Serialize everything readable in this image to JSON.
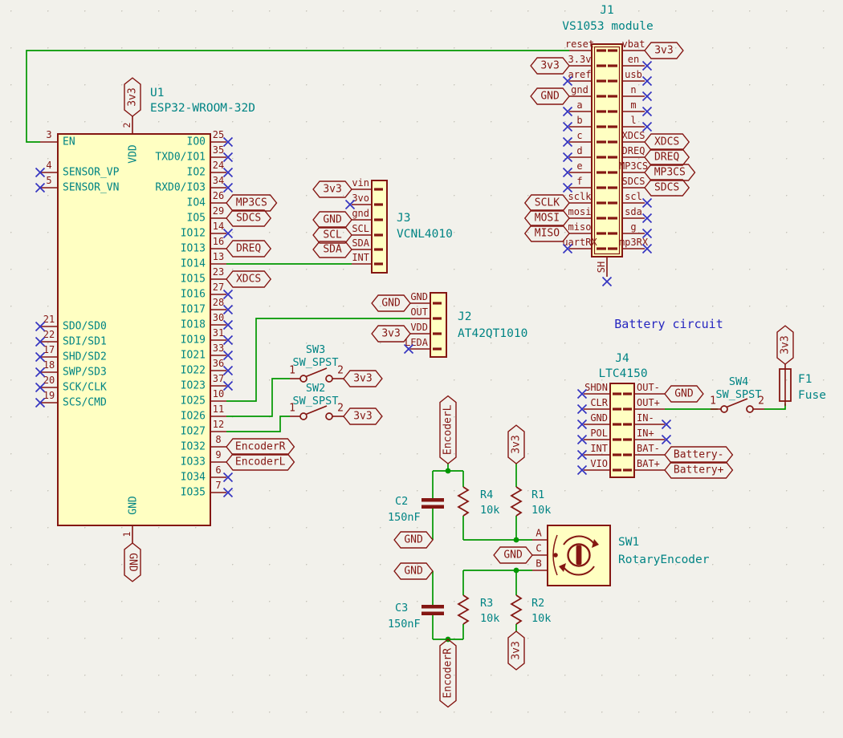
{
  "colors": {
    "wire": "#009600",
    "outline": "#841612",
    "body_fill": "#FFFFC2",
    "text_teal": "#008484",
    "no_connect": "#3434C0",
    "note_blue": "#2626C0",
    "background": "#F2F1EB"
  },
  "notes": {
    "battery_section": "Battery circuit"
  },
  "nets": {
    "v33": "3v3",
    "gnd": "GND",
    "encoder_l": "EncoderL",
    "encoder_r": "EncoderR"
  },
  "u1": {
    "ref": "U1",
    "value": "ESP32-WROOM-32D",
    "vdd": {
      "num": "2",
      "name": "VDD",
      "power": "3v3"
    },
    "gnd": {
      "num": "1",
      "name": "GND",
      "power": "GND"
    },
    "left_pins": [
      {
        "num": "3",
        "name": "EN",
        "conn": "wire"
      },
      {
        "num": "4",
        "name": "SENSOR_VP",
        "conn": "nc"
      },
      {
        "num": "5",
        "name": "SENSOR_VN",
        "conn": "nc"
      },
      {
        "num": "21",
        "name": "SDO/SD0",
        "conn": "nc"
      },
      {
        "num": "22",
        "name": "SDI/SD1",
        "conn": "nc"
      },
      {
        "num": "17",
        "name": "SHD/SD2",
        "conn": "nc"
      },
      {
        "num": "18",
        "name": "SWP/SD3",
        "conn": "nc"
      },
      {
        "num": "20",
        "name": "SCK/CLK",
        "conn": "nc"
      },
      {
        "num": "19",
        "name": "SCS/CMD",
        "conn": "nc"
      }
    ],
    "right_pins": [
      {
        "num": "25",
        "name": "IO0",
        "conn": "nc"
      },
      {
        "num": "35",
        "name": "TXD0/IO1",
        "conn": "nc"
      },
      {
        "num": "24",
        "name": "IO2",
        "conn": "nc"
      },
      {
        "num": "34",
        "name": "RXD0/IO3",
        "conn": "nc"
      },
      {
        "num": "26",
        "name": "IO4",
        "conn": "label",
        "label": "MP3CS"
      },
      {
        "num": "29",
        "name": "IO5",
        "conn": "label",
        "label": "SDCS"
      },
      {
        "num": "14",
        "name": "IO12",
        "conn": "nc"
      },
      {
        "num": "16",
        "name": "IO13",
        "conn": "label",
        "label": "DREQ"
      },
      {
        "num": "13",
        "name": "IO14",
        "conn": "wire"
      },
      {
        "num": "23",
        "name": "IO15",
        "conn": "label",
        "label": "XDCS"
      },
      {
        "num": "27",
        "name": "IO16",
        "conn": "nc"
      },
      {
        "num": "28",
        "name": "IO17",
        "conn": "nc"
      },
      {
        "num": "30",
        "name": "IO18",
        "conn": "nc"
      },
      {
        "num": "31",
        "name": "IO19",
        "conn": "nc"
      },
      {
        "num": "33",
        "name": "IO21",
        "conn": "nc"
      },
      {
        "num": "36",
        "name": "IO22",
        "conn": "nc"
      },
      {
        "num": "37",
        "name": "IO23",
        "conn": "nc"
      },
      {
        "num": "10",
        "name": "IO25",
        "conn": "wire"
      },
      {
        "num": "11",
        "name": "IO26",
        "conn": "wire"
      },
      {
        "num": "12",
        "name": "IO27",
        "conn": "wire"
      },
      {
        "num": "8",
        "name": "IO32",
        "conn": "label",
        "label": "EncoderR"
      },
      {
        "num": "9",
        "name": "IO33",
        "conn": "label",
        "label": "EncoderL"
      },
      {
        "num": "6",
        "name": "IO34",
        "conn": "nc"
      },
      {
        "num": "7",
        "name": "IO35",
        "conn": "nc"
      }
    ]
  },
  "j1": {
    "ref": "J1",
    "value": "VS1053 module",
    "sh": {
      "name": "SH"
    },
    "left_pins": [
      {
        "name": "reset",
        "conn": "wire"
      },
      {
        "name": "3.3v",
        "conn": "label",
        "label": "3v3"
      },
      {
        "name": "aref",
        "conn": "nc"
      },
      {
        "name": "gnd",
        "conn": "label",
        "label": "GND"
      },
      {
        "name": "a",
        "conn": "nc"
      },
      {
        "name": "b",
        "conn": "nc"
      },
      {
        "name": "c",
        "conn": "nc"
      },
      {
        "name": "d",
        "conn": "nc"
      },
      {
        "name": "e",
        "conn": "nc"
      },
      {
        "name": "f",
        "conn": "nc"
      },
      {
        "name": "sclk",
        "conn": "label",
        "label": "SCLK"
      },
      {
        "name": "mosi",
        "conn": "label",
        "label": "MOSI"
      },
      {
        "name": "miso",
        "conn": "label",
        "label": "MISO"
      },
      {
        "name": "uartRX",
        "conn": "nc"
      }
    ],
    "right_pins": [
      {
        "name": "vbat",
        "conn": "label",
        "label": "3v3"
      },
      {
        "name": "en",
        "conn": "nc"
      },
      {
        "name": "usb",
        "conn": "nc"
      },
      {
        "name": "n",
        "conn": "nc"
      },
      {
        "name": "m",
        "conn": "nc"
      },
      {
        "name": "l",
        "conn": "nc"
      },
      {
        "name": "XDCS",
        "conn": "label",
        "label": "XDCS"
      },
      {
        "name": "DREQ",
        "conn": "label",
        "label": "DREQ"
      },
      {
        "name": "MP3CS",
        "conn": "label",
        "label": "MP3CS"
      },
      {
        "name": "SDCS",
        "conn": "label",
        "label": "SDCS"
      },
      {
        "name": "scl",
        "conn": "nc"
      },
      {
        "name": "sda",
        "conn": "nc"
      },
      {
        "name": "g",
        "conn": "nc"
      },
      {
        "name": "mp3RX",
        "conn": "nc"
      }
    ]
  },
  "j3": {
    "ref": "J3",
    "value": "VCNL4010",
    "pins": [
      {
        "name": "vin",
        "conn": "label",
        "label": "3v3"
      },
      {
        "name": "3vo",
        "conn": "nc"
      },
      {
        "name": "gnd",
        "conn": "label",
        "label": "GND"
      },
      {
        "name": "SCL",
        "conn": "label",
        "label": "SCL"
      },
      {
        "name": "SDA",
        "conn": "label",
        "label": "SDA"
      },
      {
        "name": "INT",
        "conn": "wire"
      }
    ]
  },
  "j2": {
    "ref": "J2",
    "value": "AT42QT1010",
    "pins": [
      {
        "name": "GND",
        "conn": "label",
        "label": "GND"
      },
      {
        "name": "OUT",
        "conn": "wire"
      },
      {
        "name": "VDD",
        "conn": "label",
        "label": "3v3"
      },
      {
        "name": "LEDA",
        "conn": "nc"
      }
    ]
  },
  "j4": {
    "ref": "J4",
    "value": "LTC4150",
    "left_pins": [
      {
        "name": "SHDN",
        "conn": "nc"
      },
      {
        "name": "CLR",
        "conn": "nc"
      },
      {
        "name": "GND",
        "conn": "nc"
      },
      {
        "name": "POL",
        "conn": "nc"
      },
      {
        "name": "INT",
        "conn": "nc"
      },
      {
        "name": "VIO",
        "conn": "nc"
      }
    ],
    "right_pins": [
      {
        "name": "OUT-",
        "conn": "label",
        "label": "GND"
      },
      {
        "name": "OUT+",
        "conn": "wire"
      },
      {
        "name": "IN-",
        "conn": "nc"
      },
      {
        "name": "IN+",
        "conn": "nc"
      },
      {
        "name": "BAT-",
        "conn": "label",
        "label": "Battery-"
      },
      {
        "name": "BAT+",
        "conn": "label",
        "label": "Battery+"
      }
    ]
  },
  "sw1": {
    "ref": "SW1",
    "value": "RotaryEncoder",
    "pin_a": "A",
    "pin_c": "C",
    "pin_b": "B",
    "c_net": "GND"
  },
  "sw2": {
    "ref": "SW2",
    "value": "SW_SPST",
    "pin1": "1",
    "pin2": "2",
    "net": "3v3"
  },
  "sw3": {
    "ref": "SW3",
    "value": "SW_SPST",
    "pin1": "1",
    "pin2": "2",
    "net": "3v3"
  },
  "sw4": {
    "ref": "SW4",
    "value": "SW_SPST",
    "pin1": "1",
    "pin2": "2"
  },
  "r1": {
    "ref": "R1",
    "value": "10k",
    "power": "3v3"
  },
  "r2": {
    "ref": "R2",
    "value": "10k",
    "power": "3v3"
  },
  "r3": {
    "ref": "R3",
    "value": "10k"
  },
  "r4": {
    "ref": "R4",
    "value": "10k"
  },
  "c2": {
    "ref": "C2",
    "value": "150nF",
    "gnd": "GND"
  },
  "c3": {
    "ref": "C3",
    "value": "150nF",
    "gnd": "GND"
  },
  "f1": {
    "ref": "F1",
    "value": "Fuse",
    "power": "3v3"
  }
}
